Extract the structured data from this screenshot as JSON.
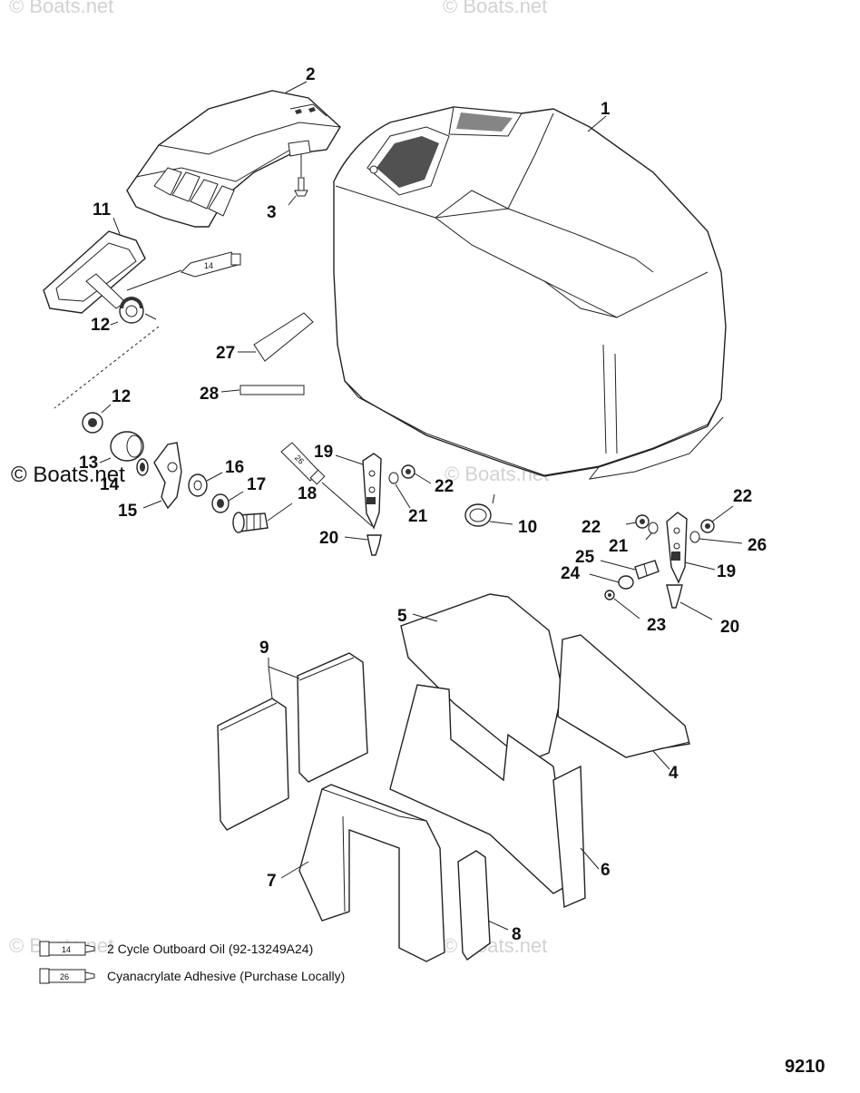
{
  "watermarks": {
    "top_left": "© Boats.net",
    "top_right": "© Boats.net",
    "middle_left": "© Boats.net",
    "middle_center": "© Boats.net",
    "bottom_left": "© Boats.net",
    "bottom_center": "© Boats.net"
  },
  "callouts": {
    "c1": "1",
    "c2": "2",
    "c3": "3",
    "c4": "4",
    "c5": "5",
    "c6": "6",
    "c7": "7",
    "c8": "8",
    "c9": "9",
    "c10": "10",
    "c11": "11",
    "c12a": "12",
    "c12b": "12",
    "c13": "13",
    "c14a": "14",
    "c15": "15",
    "c16": "16",
    "c17": "17",
    "c18": "18",
    "c19a": "19",
    "c19b": "19",
    "c20a": "20",
    "c20b": "20",
    "c21a": "21",
    "c21b": "21",
    "c22a": "22",
    "c22b": "22",
    "c22c": "22",
    "c23": "23",
    "c24": "24",
    "c25": "25",
    "c26": "26",
    "c27": "27",
    "c28": "28"
  },
  "tube_labels": {
    "grease_a": "14",
    "grease_b": "26"
  },
  "legend": {
    "item_1": {
      "code": "14",
      "text": "2 Cycle Outboard Oil (92-13249A24)"
    },
    "item_2": {
      "code": "26",
      "text": "Cyanacrylate Adhesive (Purchase Locally)"
    }
  },
  "figure_number": "9210"
}
